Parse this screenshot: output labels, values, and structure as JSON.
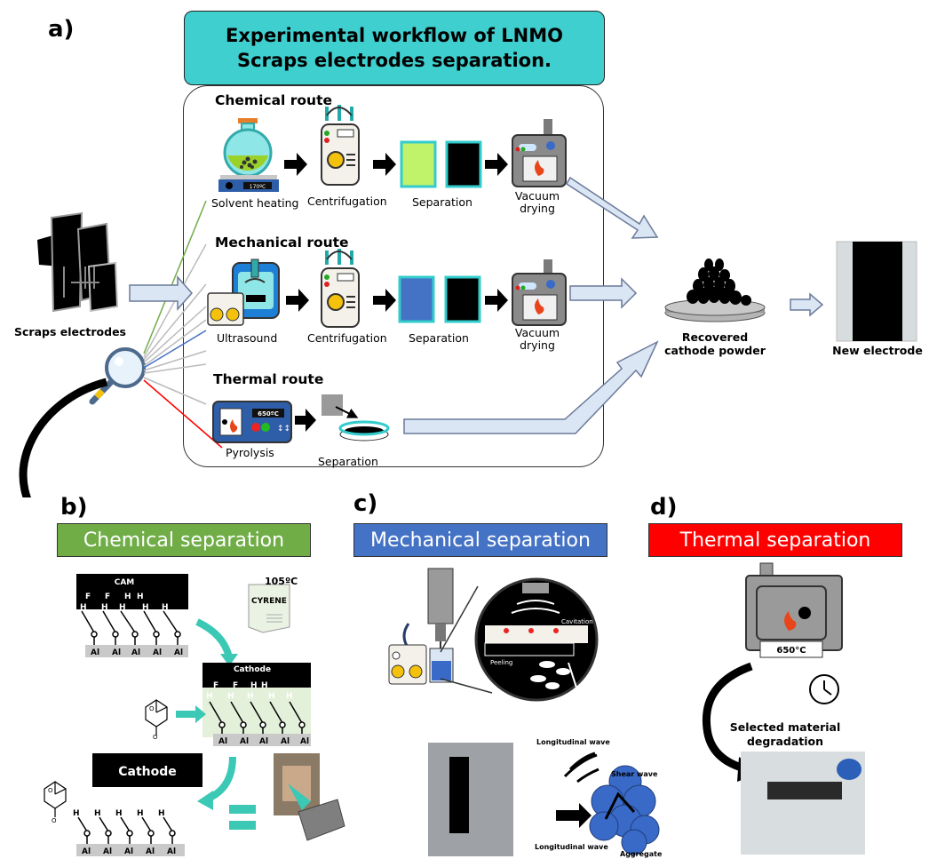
{
  "panels": {
    "a": "a)",
    "b": "b)",
    "c": "c)",
    "d": "d)"
  },
  "title": "Experimental workflow of LNMO Scraps electrodes separation.",
  "routes": {
    "chemical": {
      "title": "Chemical route",
      "steps": [
        "Solvent heating",
        "Centrifugation",
        "Separation",
        "Vacuum drying"
      ],
      "hotplate_display": "170ºC"
    },
    "mechanical": {
      "title": "Mechanical route",
      "steps": [
        "Ultrasound",
        "Centrifugation",
        "Separation",
        "Vacuum drying"
      ]
    },
    "thermal": {
      "title": "Thermal route",
      "steps": [
        "Pyrolysis",
        "Separation"
      ],
      "furnace_display": "650ºC"
    }
  },
  "inputs": {
    "scraps": "Scraps electrodes"
  },
  "outputs": {
    "powder": "Recovered cathode powder",
    "electrode": "New electrode"
  },
  "sections": {
    "chemical": {
      "label": "Chemical separation",
      "color": "#70ad47",
      "temperature": "105ºC",
      "solvent": "CYRENE",
      "cam": "CAM",
      "cathode_small": "Cathode",
      "cathode_big": "Cathode",
      "al": "Al",
      "f": "F",
      "h": "H"
    },
    "mechanical": {
      "label": "Mechanical separation",
      "color": "#4472c4",
      "cavitation": "Cavitation",
      "peeling": "Peeling",
      "long_wave_top": "Longitudinal wave",
      "shear": "Shear wave",
      "long_wave_bottom": "Longitudinal wave",
      "aggregate": "Aggregate"
    },
    "thermal": {
      "label": "Thermal separation",
      "color": "#ff0000",
      "oven_display": "650°C",
      "degradation": "Selected material degradation"
    }
  }
}
